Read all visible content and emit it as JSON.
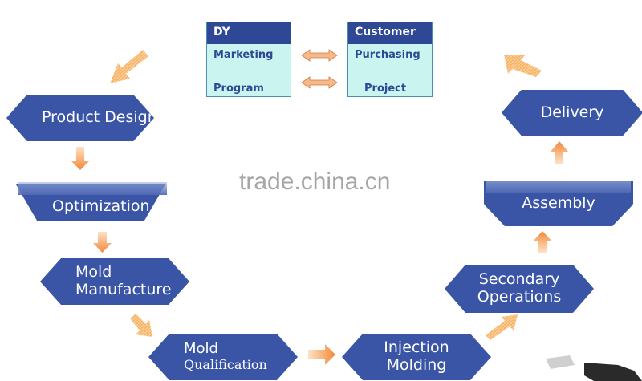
{
  "entities": {
    "left": {
      "title": "DY",
      "top_item": "Marketing",
      "bottom_item": "Program"
    },
    "right": {
      "title": "Customer",
      "top_item": "Purchasing",
      "bottom_item": "Project"
    }
  },
  "process_steps": [
    {
      "id": "product-design",
      "lines": [
        "Product Design"
      ]
    },
    {
      "id": "optimization",
      "lines": [
        "Optimization"
      ]
    },
    {
      "id": "mold-manufacture",
      "lines": [
        "Mold",
        "Manufacture"
      ]
    },
    {
      "id": "mold-qualification",
      "lines": [
        "Mold",
        "Qualification"
      ]
    },
    {
      "id": "injection-molding",
      "lines": [
        "Injection",
        "Molding"
      ]
    },
    {
      "id": "secondary-operations",
      "lines": [
        "Secondary",
        "Operations"
      ]
    },
    {
      "id": "assembly",
      "lines": [
        "Assembly"
      ]
    },
    {
      "id": "delivery",
      "lines": [
        "Delivery"
      ]
    }
  ],
  "watermark": "trade.china.cn",
  "colors": {
    "step_fill": "#3a55a6",
    "box_header": "#2f4896",
    "box_body": "#c9f4f0",
    "arrow": "#f5a25a"
  }
}
